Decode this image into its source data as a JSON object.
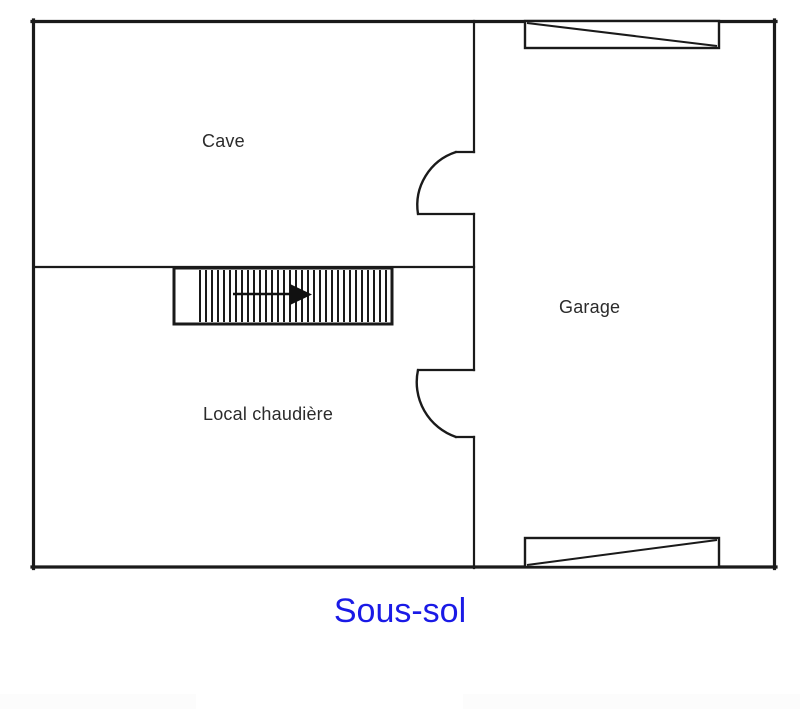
{
  "plan": {
    "title": "Sous-sol",
    "title_color": "#1a1ae6",
    "wall_color": "#1a1a1a",
    "background_color": "#ffffff",
    "label_color": "#2b2b2b",
    "rooms": [
      {
        "id": "cave",
        "label": "Cave"
      },
      {
        "id": "garage",
        "label": "Garage"
      },
      {
        "id": "local-chaudiere",
        "label": "Local chaudière"
      }
    ],
    "features": [
      {
        "id": "staircase",
        "type": "stairs",
        "direction": "right",
        "treads": 30
      },
      {
        "id": "door-cave-garage",
        "type": "door",
        "swing": "up"
      },
      {
        "id": "door-chaudiere-garage",
        "type": "door",
        "swing": "down"
      },
      {
        "id": "window-garage-top",
        "type": "window"
      },
      {
        "id": "window-garage-bottom",
        "type": "window"
      }
    ]
  }
}
